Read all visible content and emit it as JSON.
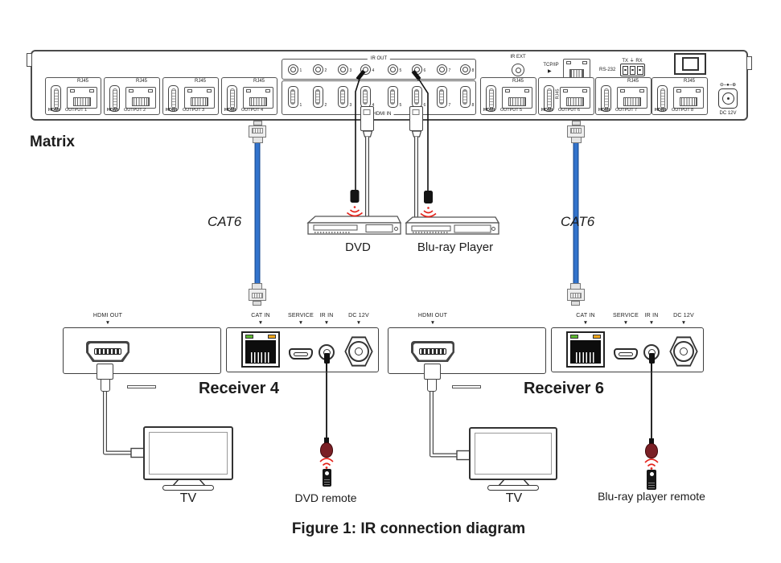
{
  "caption": "Figure 1: IR connection diagram",
  "icons": {
    "down_arrow": "▼",
    "right_arrow": "▶"
  },
  "matrix": {
    "label": "Matrix",
    "outputs": [
      {
        "rj45": "RJ45",
        "hdmi": "HDMI",
        "name": "OUTPUT 1"
      },
      {
        "rj45": "RJ45",
        "hdmi": "HDMI",
        "name": "OUTPUT 2"
      },
      {
        "rj45": "RJ45",
        "hdmi": "HDMI",
        "name": "OUTPUT 3"
      },
      {
        "rj45": "RJ45",
        "hdmi": "HDMI",
        "name": "OUTPUT 4"
      },
      {
        "rj45": "RJ45",
        "hdmi": "HDMI",
        "name": "OUTPUT 5"
      },
      {
        "rj45": "RJ45",
        "hdmi": "HDMI",
        "name": "OUTPUT 6"
      },
      {
        "rj45": "RJ45",
        "hdmi": "HDMI",
        "name": "OUTPUT 7"
      },
      {
        "rj45": "RJ45",
        "hdmi": "HDMI",
        "name": "OUTPUT 8"
      }
    ],
    "ir_out": {
      "title": "IR OUT",
      "jacks": [
        "1",
        "2",
        "3",
        "4",
        "5",
        "6",
        "7",
        "8"
      ]
    },
    "hdmi_in": {
      "title": "HDMI IN",
      "ports": [
        "1",
        "2",
        "3",
        "4",
        "5",
        "6",
        "7",
        "8"
      ]
    },
    "ir_ext_label": "IR EXT",
    "tcpip_label": "TCP/IP",
    "rs232": {
      "label": "RS-232",
      "pins": "TX ⏚ RX"
    },
    "dc": {
      "polarity": "⊖–●–⊕",
      "label": "DC 12V"
    }
  },
  "cables": {
    "left": "CAT6",
    "right": "CAT6"
  },
  "sources": {
    "dvd": "DVD",
    "bluray": "Blu-ray Player"
  },
  "receivers": [
    {
      "name": "Receiver 4",
      "hdmi_out": "HDMI OUT",
      "cat_in": "CAT IN",
      "service": "SERVICE",
      "ir_in": "IR IN",
      "dc": "DC 12V"
    },
    {
      "name": "Receiver 6",
      "hdmi_out": "HDMI OUT",
      "cat_in": "CAT IN",
      "service": "SERVICE",
      "ir_in": "IR IN",
      "dc": "DC 12V"
    }
  ],
  "tvs": [
    "TV",
    "TV"
  ],
  "remotes": {
    "dvd": "DVD remote",
    "bluray": "Blu-ray player remote"
  },
  "colors": {
    "cable_blue": "#3273cc",
    "ir_red": "#e32119",
    "ir_bulb": "#7a2026",
    "led_green": "#5cb830",
    "led_amber": "#f2a71b",
    "line": "#444444"
  }
}
